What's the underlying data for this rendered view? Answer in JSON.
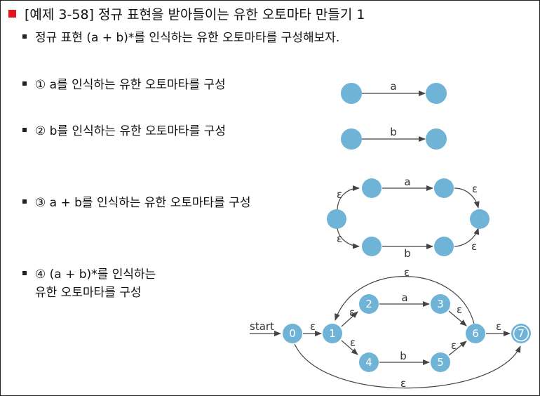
{
  "title": "[예제 3-58] 정규 표현을 받아들이는 유한 오토마타 만들기 1",
  "intro": "정규 표현 (a + b)*를 인식하는 유한 오토마타를 구성해보자.",
  "steps": [
    {
      "text": "① a를 인식하는 유한 오토마타를 구성"
    },
    {
      "text": "② b를 인식하는 유한 오토마타를 구성"
    },
    {
      "text": "③ a + b를 인식하는 유한 오토마타를 구성"
    },
    {
      "line1": "④ (a + b)*를 인식하는",
      "line2": "유한 오토마타를 구성"
    }
  ],
  "diagram1": {
    "label": "a"
  },
  "diagram2": {
    "label": "b"
  },
  "diagram3": {
    "labels": [
      "ε",
      "a",
      "ε",
      "ε",
      "b",
      "ε"
    ]
  },
  "diagram4": {
    "start": "start",
    "states": [
      "0",
      "1",
      "2",
      "3",
      "4",
      "5",
      "6",
      "7"
    ],
    "labels": {
      "e01": "ε",
      "e12": "ε",
      "e23": "a",
      "e36": "ε",
      "e14": "ε",
      "e45": "b",
      "e56": "ε",
      "e67": "ε",
      "e61": "ε",
      "e07": "ε"
    }
  },
  "colors": {
    "node": "#6fb3d6",
    "accent": "#e3141c"
  }
}
